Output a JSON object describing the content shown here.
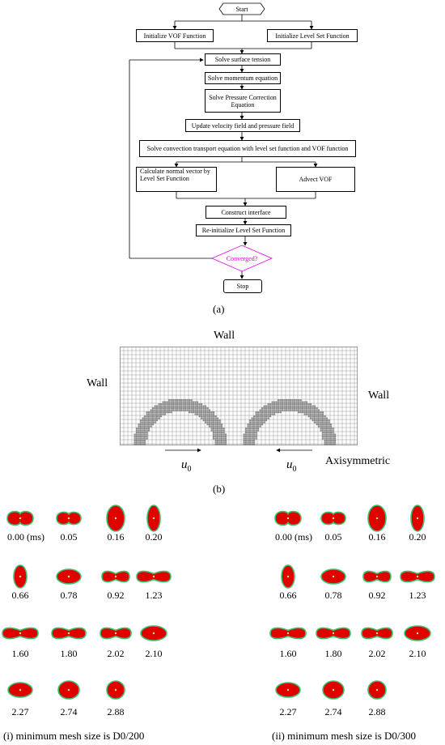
{
  "flowchart": {
    "start": "Start",
    "init_vof": "Initialize VOF Function",
    "init_ls": "Initialize Level Set Function",
    "surface_tension": "Solve surface tension",
    "momentum": "Solve momentum equation",
    "pressure_line1": "Solve Pressure Correction",
    "pressure_line2": "Equation",
    "update": "Update velocity field and pressure field",
    "convection": "Solve convection transport equation with level set function and VOF function",
    "normal_line1": "Calculate normal vector by",
    "normal_line2": "Level Set Function",
    "advect": "Advect VOF",
    "construct": "Construct interface",
    "reinit": "Re-initialize Level Set Function",
    "converged": "Converged?",
    "stop": "Stop",
    "caption": "(a)",
    "colors": {
      "converged": "#e000e0"
    }
  },
  "mesh": {
    "wall_top": "Wall",
    "wall_left": "Wall",
    "wall_right": "Wall",
    "u_left": "u",
    "u_left_sub": "0",
    "u_right": "u",
    "u_right_sub": "0",
    "axis": "Axisymmetric",
    "caption": "(b)"
  },
  "results": {
    "panel_i": {
      "caption": "(i) minimum mesh size is D0/200",
      "rows": [
        [
          "0.00 (ms)",
          "0.05",
          "0.16",
          "0.20"
        ],
        [
          "0.66",
          "0.78",
          "0.92",
          "1.23"
        ],
        [
          "1.60",
          "1.80",
          "2.02",
          "2.10"
        ],
        [
          "2.27",
          "2.74",
          "2.88"
        ]
      ]
    },
    "panel_ii": {
      "caption": "(ii) minimum mesh size is D0/300",
      "rows": [
        [
          "0.00 (ms)",
          "0.05",
          "0.16",
          "0.20"
        ],
        [
          "0.66",
          "0.78",
          "0.92",
          "1.23"
        ],
        [
          "1.60",
          "1.80",
          "2.02",
          "2.10"
        ],
        [
          "2.27",
          "2.74",
          "2.88"
        ]
      ]
    },
    "colors": {
      "fill": "#e00000",
      "outline": "#3cc070",
      "center": "#ffee55"
    }
  }
}
